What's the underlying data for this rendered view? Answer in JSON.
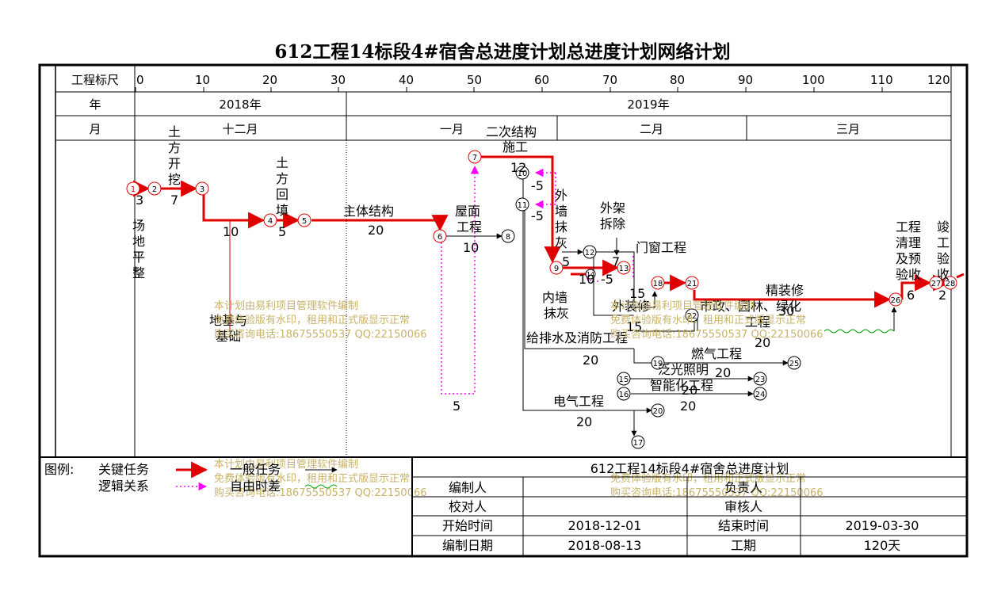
{
  "title": "612工程14标段4#宿舍总进度计划总进度计划网络计划",
  "scale": {
    "label": "工程标尺",
    "ticks": [
      "0",
      "10",
      "20",
      "30",
      "40",
      "50",
      "60",
      "70",
      "80",
      "90",
      "100",
      "110",
      "120"
    ],
    "year_label": "年",
    "years": [
      "2018年",
      "2019年"
    ],
    "month_label": "月",
    "months": [
      "十二月",
      "一月",
      "二月",
      "三月"
    ]
  },
  "nodes": [
    "1",
    "2",
    "3",
    "4",
    "5",
    "6",
    "7",
    "8",
    "9",
    "10",
    "11",
    "12",
    "13",
    "14",
    "15",
    "16",
    "17",
    "18",
    "19",
    "20",
    "21",
    "22",
    "23",
    "24",
    "25",
    "26",
    "27",
    "28"
  ],
  "tasks": {
    "t1_dur": "3",
    "t1_name": [
      "场",
      "地",
      "平",
      "整"
    ],
    "t2_name": [
      "土",
      "方",
      "开",
      "挖"
    ],
    "t2_dur": "7",
    "t3_dur": "10",
    "t4_name": [
      "土",
      "方",
      "回",
      "填"
    ],
    "t4_dur": "5",
    "t5_name": "主体结构",
    "t5_dur": "20",
    "t6_name": [
      "屋面",
      "工程"
    ],
    "t6_dur": "10",
    "t7_name": [
      "二次结构",
      "施工"
    ],
    "t7_dur": "12",
    "t8_free1": "-5",
    "t8_free2": "-5",
    "t9_name": [
      "外",
      "墙",
      "抹",
      "灰"
    ],
    "t10_name": [
      "外架",
      "拆除"
    ],
    "t11_dur_a": "5",
    "t11_dur_b": "7",
    "t11_dur_c": "10",
    "t11_dur_d": "-5",
    "t12_name": "门窗工程",
    "t13_dur": "15",
    "t14_name": [
      "内墙",
      "抹灰"
    ],
    "t15_name": "外装修",
    "t15_dur": "15",
    "t16_name": "市政、园林、绿化",
    "t16_line2": "工程",
    "t16_dur": "20",
    "t17_name": "精装修",
    "t17_dur": "30",
    "t18_name": "给排水及消防工程",
    "t18_dur": "20",
    "t19_name": "燃气工程",
    "t19_dur": "20",
    "t20_name": "泛光照明",
    "t21_name": "智能化工程",
    "t21_dur": "20",
    "t21_dur2": "20",
    "t22_name": "电气工程",
    "t22_dur": "20",
    "t23_name": [
      "工程",
      "清理",
      "及预",
      "验收"
    ],
    "t23_dur": "6",
    "t24_name": [
      "竣",
      "工",
      "验",
      "收"
    ],
    "t24_dur": "2",
    "t25_name": [
      "地基与",
      "基础"
    ],
    "t25_dur": "5"
  },
  "watermark": {
    "line1": "本计划由易利项目管理软件编制",
    "line2": "免费体验版有水印，租用和正式版显示正常",
    "line3": "购买咨询电话:18675550537 QQ:22150066"
  },
  "legend": {
    "label": "图例:",
    "critical": "关键任务",
    "normal": "一般任务",
    "logic": "逻辑关系",
    "free": "自由时差"
  },
  "info": {
    "project": "612工程14标段4#宿舍总进度计划",
    "rows": [
      {
        "k1": "编制人",
        "v1": "",
        "k2": "负责人",
        "v2": ""
      },
      {
        "k1": "校对人",
        "v1": "",
        "k2": "审核人",
        "v2": ""
      },
      {
        "k1": "开始时间",
        "v1": "2018-12-01",
        "k2": "结束时间",
        "v2": "2019-03-30"
      },
      {
        "k1": "编制日期",
        "v1": "2018-08-13",
        "k2": "工期",
        "v2": "120天"
      }
    ]
  },
  "colors": {
    "critical": "#e00000",
    "logic": "#ff00ff",
    "normal": "#000000",
    "free": "#00aa00",
    "watermark": "#c8b36a"
  }
}
